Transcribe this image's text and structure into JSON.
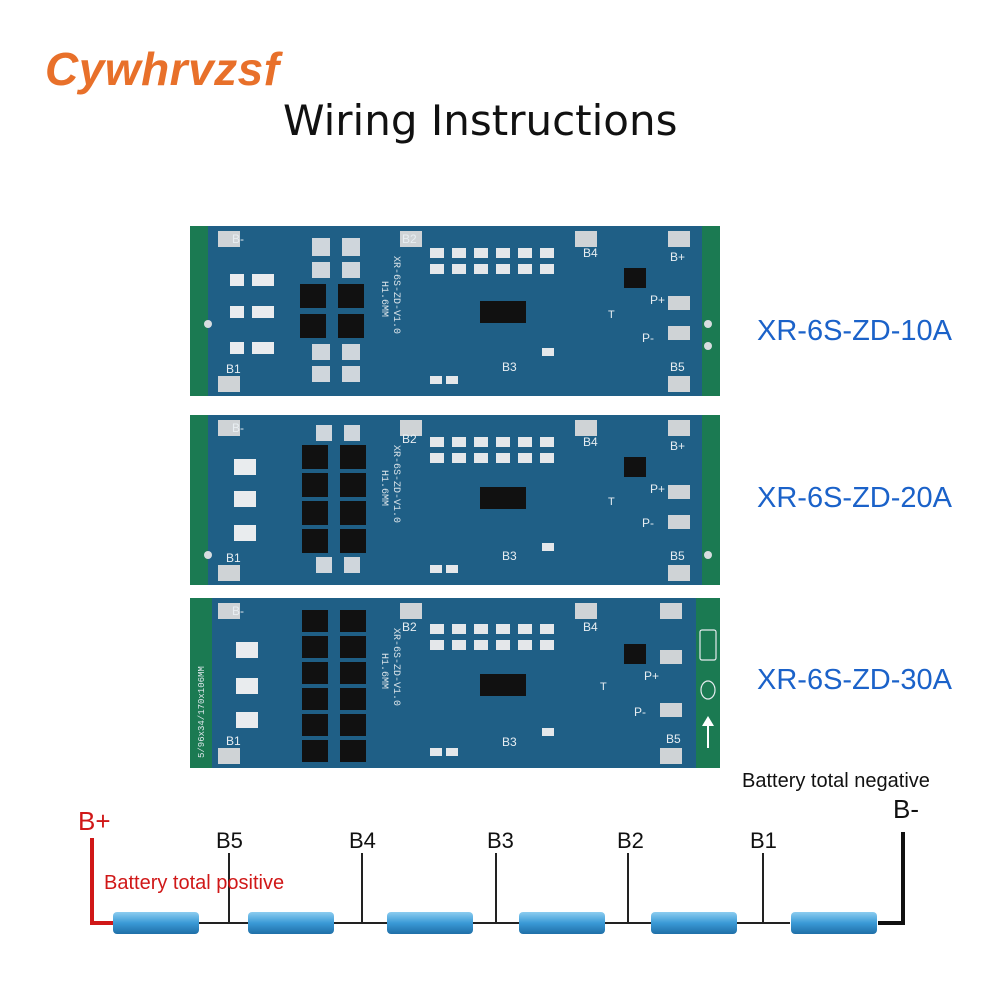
{
  "brand": "Cywhrvzsf",
  "title": "Wiring Instructions",
  "boards": [
    {
      "model": "XR-6S-ZD-10A",
      "silk": "XR-6S-ZD-V1.0",
      "thickness": "H1.6MM",
      "side_text": ""
    },
    {
      "model": "XR-6S-ZD-20A",
      "silk": "XR-6S-ZD-V1.0",
      "thickness": "H1.6MM",
      "side_text": ""
    },
    {
      "model": "XR-6S-ZD-30A",
      "silk": "XR-6S-ZD-V1.0",
      "thickness": "H1.6MM",
      "side_text": "5/96x34/170x106MM"
    }
  ],
  "pads": {
    "b_minus": "B-",
    "b_plus": "B+",
    "p_plus": "P+",
    "p_minus": "P-",
    "t": "T",
    "b1": "B1",
    "b2": "B2",
    "b3": "B3",
    "b4": "B4",
    "b5": "B5"
  },
  "wiring": {
    "b_plus": "B+",
    "b_minus": "B-",
    "positive_label": "Battery total positive",
    "negative_label": "Battery total negative",
    "taps": [
      "B5",
      "B4",
      "B3",
      "B2",
      "B1"
    ],
    "colors": {
      "positive": "#d01818",
      "negative": "#111111",
      "cell": "#3a9ad6"
    }
  }
}
